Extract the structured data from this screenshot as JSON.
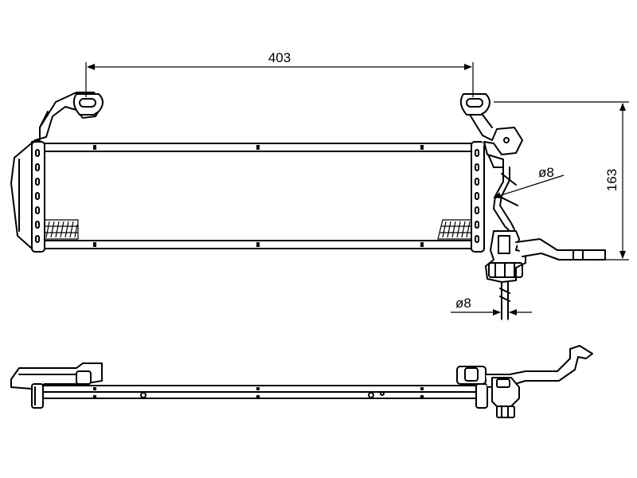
{
  "dimensions": {
    "width_label": "403",
    "height_label": "163",
    "pipe_diameter_upper": "ø8",
    "pipe_diameter_lower": "ø8"
  }
}
